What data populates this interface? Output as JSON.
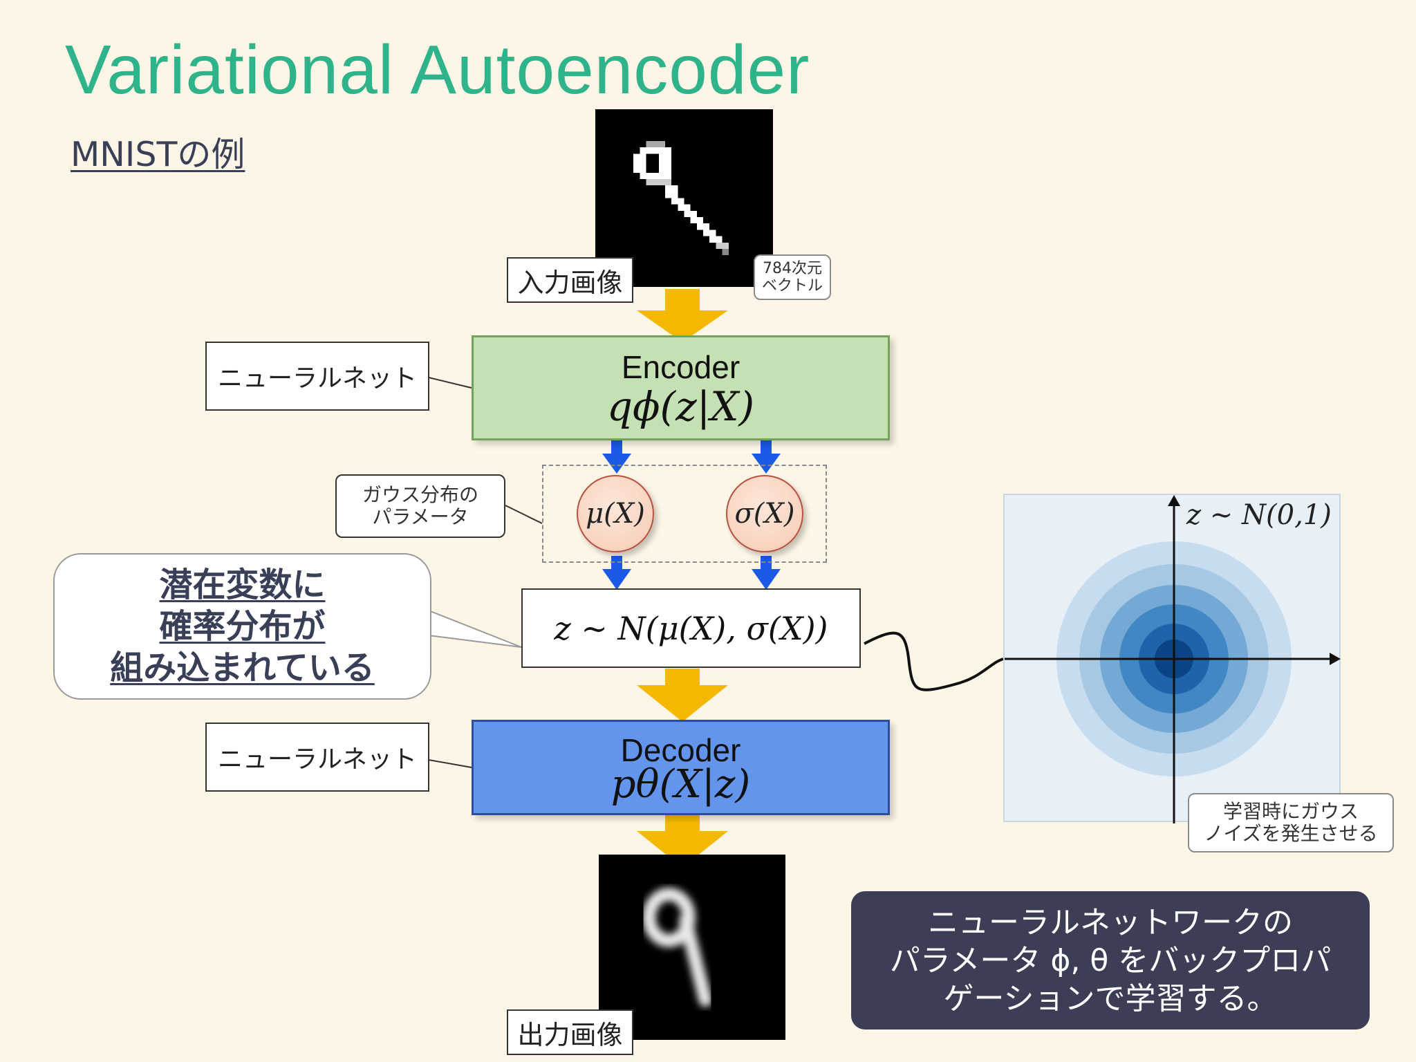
{
  "title": "Variational Autoencoder",
  "subtitle": "MNISTの例",
  "input_label": "入力画像",
  "output_label": "出力画像",
  "dim_note": {
    "line1": "784次元",
    "line2": "ベクトル"
  },
  "nn_label_top": "ニューラルネット",
  "nn_label_bottom": "ニューラルネット",
  "encoder": {
    "title": "Encoder",
    "formula": "qϕ(z|X)"
  },
  "decoder": {
    "title": "Decoder",
    "formula": "pθ(X|z)"
  },
  "gauss_param_note": {
    "line1": "ガウス分布の",
    "line2": "パラメータ"
  },
  "mu": "μ(X)",
  "sigma": "σ(X)",
  "z_formula": "z ∼ N(μ(X), σ(X))",
  "callout": {
    "line1": "潜在変数に",
    "line2": "確率分布が",
    "line3": "組み込まれている"
  },
  "plot_label": "z ∼ N(0,1)",
  "noise_note": {
    "line1": "学習時にガウス",
    "line2": "ノイズを発生させる"
  },
  "bottom_note": {
    "line1": "ニューラルネットワークの",
    "line2": "パラメータ ϕ, θ をバックプロパ",
    "line3": "ゲーションで学習する。"
  },
  "colors": {
    "title": "#2fb38a",
    "encoder": "#c5e0b2",
    "decoder": "#6495ed",
    "arrow_main": "#f5b800",
    "arrow_small": "#1a5ae6",
    "note_bg": "#3c3e55"
  }
}
